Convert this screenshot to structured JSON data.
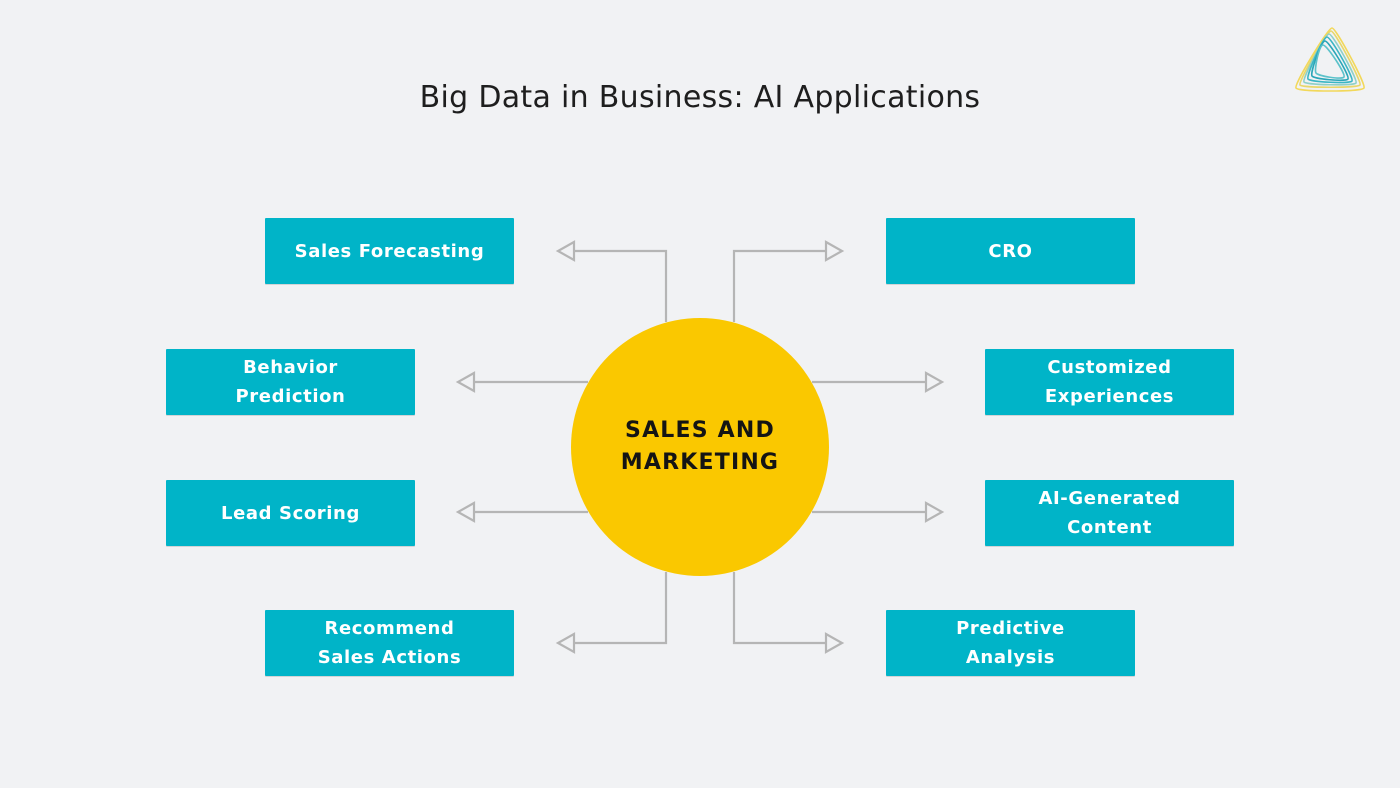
{
  "title": "Big Data in Business: AI Applications",
  "center": {
    "label": "SALES AND\nMARKETING",
    "color": "#fac800"
  },
  "nodes": {
    "sales_forecasting": "Sales Forecasting",
    "behavior_prediction": "Behavior\nPrediction",
    "lead_scoring": "Lead Scoring",
    "recommend_sales_actions": "Recommend\nSales Actions",
    "cro": "CRO",
    "customized_experiences": "Customized\nExperiences",
    "ai_generated_content": "AI-Generated\nContent",
    "predictive_analysis": "Predictive\nAnalysis"
  },
  "colors": {
    "background": "#f1f2f4",
    "node": "#00b4c8",
    "connector": "#b5b5b5",
    "logo_teal": "#3bb6c4",
    "logo_yellow": "#f2d85a"
  },
  "icons": {
    "logo": "triangle-logo-icon",
    "arrow": "open-arrowhead-icon"
  }
}
